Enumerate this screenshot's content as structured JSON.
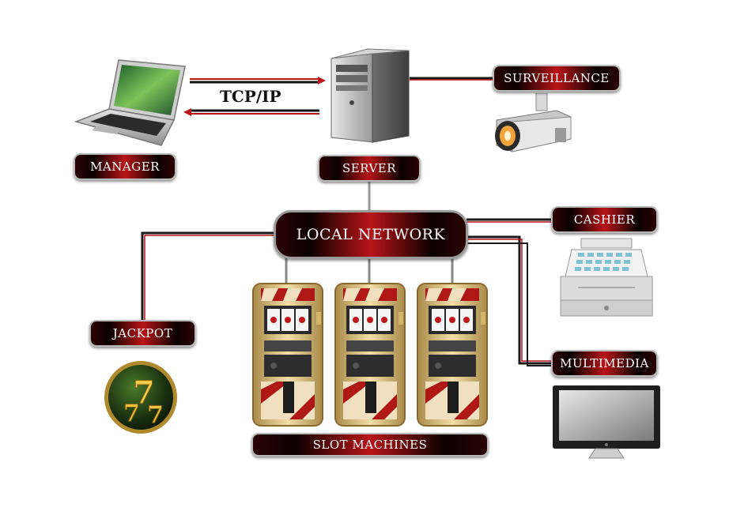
{
  "diagram": {
    "protocol_label": "TCP/IP",
    "nodes": {
      "manager": "MANAGER",
      "server": "SERVER",
      "surveillance": "SURVEILLANCE",
      "local_network": "LOCAL NETWORK",
      "cashier": "CASHIER",
      "jackpot": "JACKPOT",
      "multimedia": "MULTIMEDIA",
      "slot_machines": "SLOT MACHINES"
    },
    "colors": {
      "accent_red": "#b81418",
      "pill_dark": "#0c0000",
      "line_dark": "#1a1a1a",
      "gold": "#d4b76a"
    }
  }
}
